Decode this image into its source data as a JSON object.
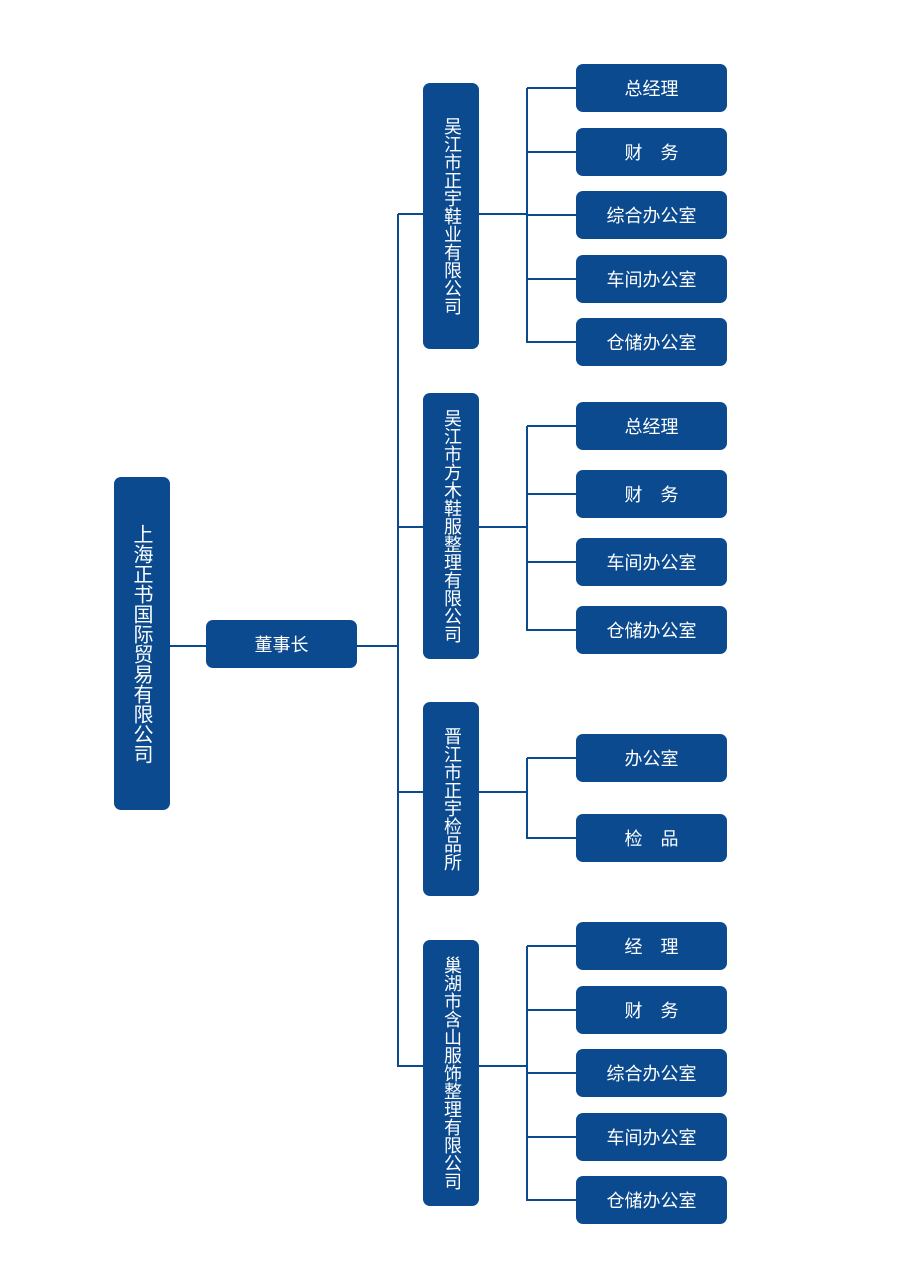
{
  "colors": {
    "box_fill": "#0b4a8e",
    "box_text": "#ffffff",
    "connector": "#0b4a8e"
  },
  "root": {
    "label": "上海正书国际贸易有限公司"
  },
  "chairman": {
    "label": "董事长"
  },
  "companies": [
    {
      "label": "吴江市正宇鞋业有限公司",
      "departments": [
        "总经理",
        "财　务",
        "综合办公室",
        "车间办公室",
        "仓储办公室"
      ]
    },
    {
      "label": "吴江市方木鞋服整理有限公司",
      "departments": [
        "总经理",
        "财　务",
        "车间办公室",
        "仓储办公室"
      ]
    },
    {
      "label": "晋江市正宇检品所",
      "departments": [
        "办公室",
        "检　品"
      ]
    },
    {
      "label": "巢湖市含山服饰整理有限公司",
      "departments": [
        "经　理",
        "财　务",
        "综合办公室",
        "车间办公室",
        "仓储办公室"
      ]
    }
  ]
}
